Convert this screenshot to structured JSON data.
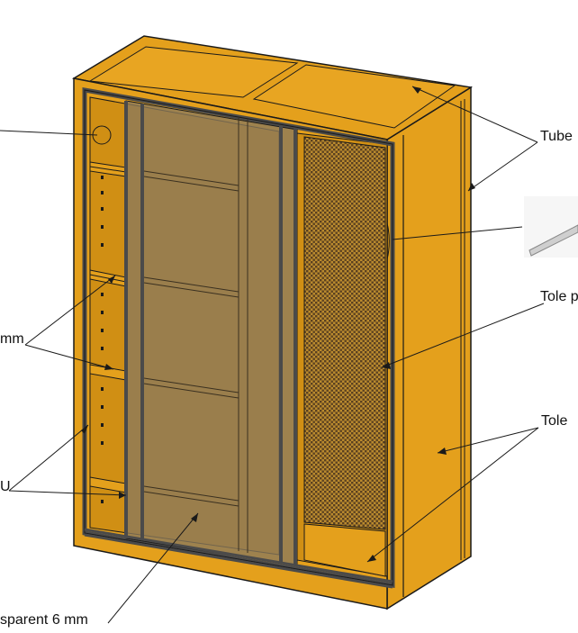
{
  "labels": {
    "tube": "Tube",
    "tole_top": "Tole p",
    "tole_side": "Tole",
    "mm_left": "mm",
    "u_left": "U",
    "transparent": "sparent 6 mm"
  },
  "colors": {
    "wood": "#E4A01C",
    "wood_dark": "#C98A10",
    "wood_shadow": "#B87C0C",
    "glass": "#8A7A5C",
    "mesh": "#6E5228",
    "frame": "#4A4A4A",
    "outline": "#1A1A1A"
  }
}
